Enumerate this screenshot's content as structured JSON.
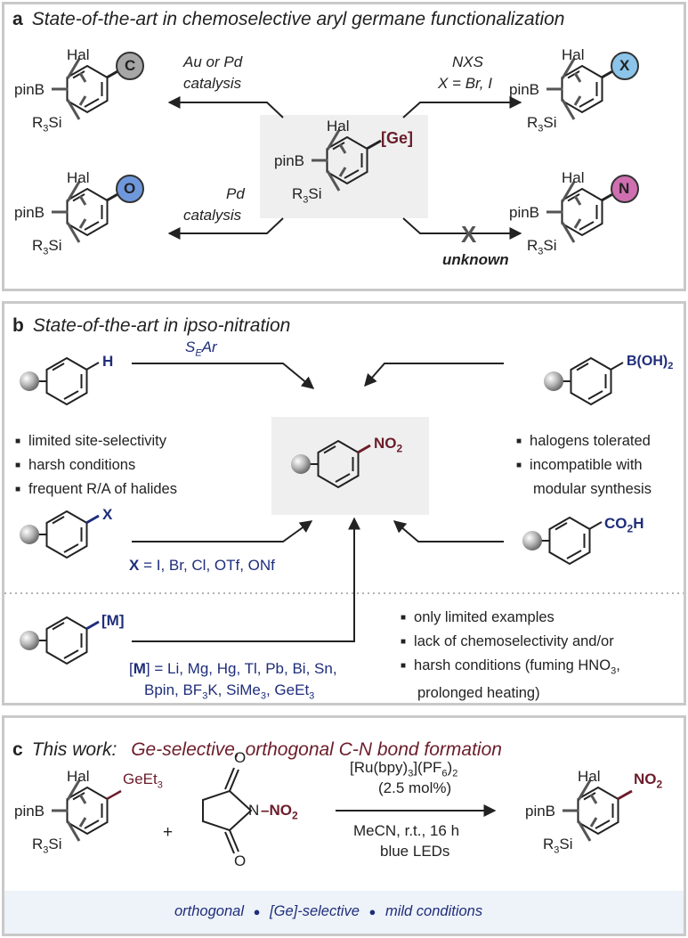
{
  "panel_a": {
    "letter": "a",
    "title": "State-of-the-art in chemoselective aryl germane functionalization",
    "center_ge": "[Ge]",
    "hal": "Hal",
    "pinb": "pinB",
    "r3si_r": "R",
    "r3si_sub": "3",
    "r3si_si": "Si",
    "cond_tl_1": "Au or Pd",
    "cond_tl_2": "catalysis",
    "cond_tr_1": "NXS",
    "cond_tr_2": "X = Br, I",
    "cond_bl_1": "Pd",
    "cond_bl_2": "catalysis",
    "cond_br": "unknown",
    "cross_mark": "X",
    "circle_c": "C",
    "circle_x": "X",
    "circle_o": "O",
    "circle_n": "N",
    "colors": {
      "c": "#a6a6a6",
      "x": "#8cc4ea",
      "o": "#6f98dc",
      "n": "#cf6fb0",
      "ge": "#6b1d2a"
    }
  },
  "panel_b": {
    "letter": "b",
    "title": "State-of-the-art in ipso-nitration",
    "h_label": "H",
    "sear_s": "S",
    "sear_sub": "E",
    "sear_ar": "Ar",
    "bullets_left": [
      "limited site-selectivity",
      "harsh conditions",
      "frequent R/A of halides"
    ],
    "x_label": "X",
    "x_def_bold": "X",
    "x_def": " = I, Br, Cl, OTf, ONf",
    "nitro": "NO",
    "nitro_sub": "2",
    "boh_label": "B(OH)",
    "boh_sub": "2",
    "bullets_right": [
      "halogens tolerated",
      "incompatible with",
      "modular synthesis"
    ],
    "co2h_label": "CO",
    "co2h_sub": "2",
    "co2h_h": "H",
    "m_label": "[M]",
    "m_def_1a": "[",
    "m_def_1b": "M",
    "m_def_1c": "] = Li, Mg, Hg, Tl, Pb, Bi, Sn,",
    "m_def_2": "Bpin, BF",
    "m_def_2sub": "3",
    "m_def_2b": "K, SiMe",
    "m_def_2sub2": "3",
    "m_def_2c": ", GeEt",
    "m_def_2sub3": "3",
    "bullets_bottom_1": "only limited examples",
    "bullets_bottom_2": "lack of chemoselectivity and/or",
    "bullets_bottom_3a": "harsh conditions (fuming HNO",
    "bullets_bottom_3sub": "3",
    "bullets_bottom_3b": ",",
    "bullets_bottom_4": "prolonged heating)"
  },
  "panel_c": {
    "letter": "c",
    "title_a": "This work:",
    "title_b": "Ge-selective, orthogonal C-N bond formation",
    "geet3": "GeEt",
    "geet3_sub": "3",
    "plus": "+",
    "o_top": "O",
    "o_bot": "O",
    "n_atom": "N",
    "no2_dash": "–NO",
    "no2_sub": "2",
    "cat_1a": "[Ru(bpy)",
    "cat_1sub": "3",
    "cat_1b": "](PF",
    "cat_1sub2": "6",
    "cat_1c": ")",
    "cat_1sub3": "2",
    "cat_2": "(2.5 mol%)",
    "cond_1": "MeCN, r.t., 16 h",
    "cond_2": "blue LEDs",
    "product_no2": "NO",
    "product_no2_sub": "2",
    "banner_1": "orthogonal",
    "banner_2": "[Ge]-selective",
    "banner_3": "mild conditions",
    "bullet_sep": "●"
  }
}
